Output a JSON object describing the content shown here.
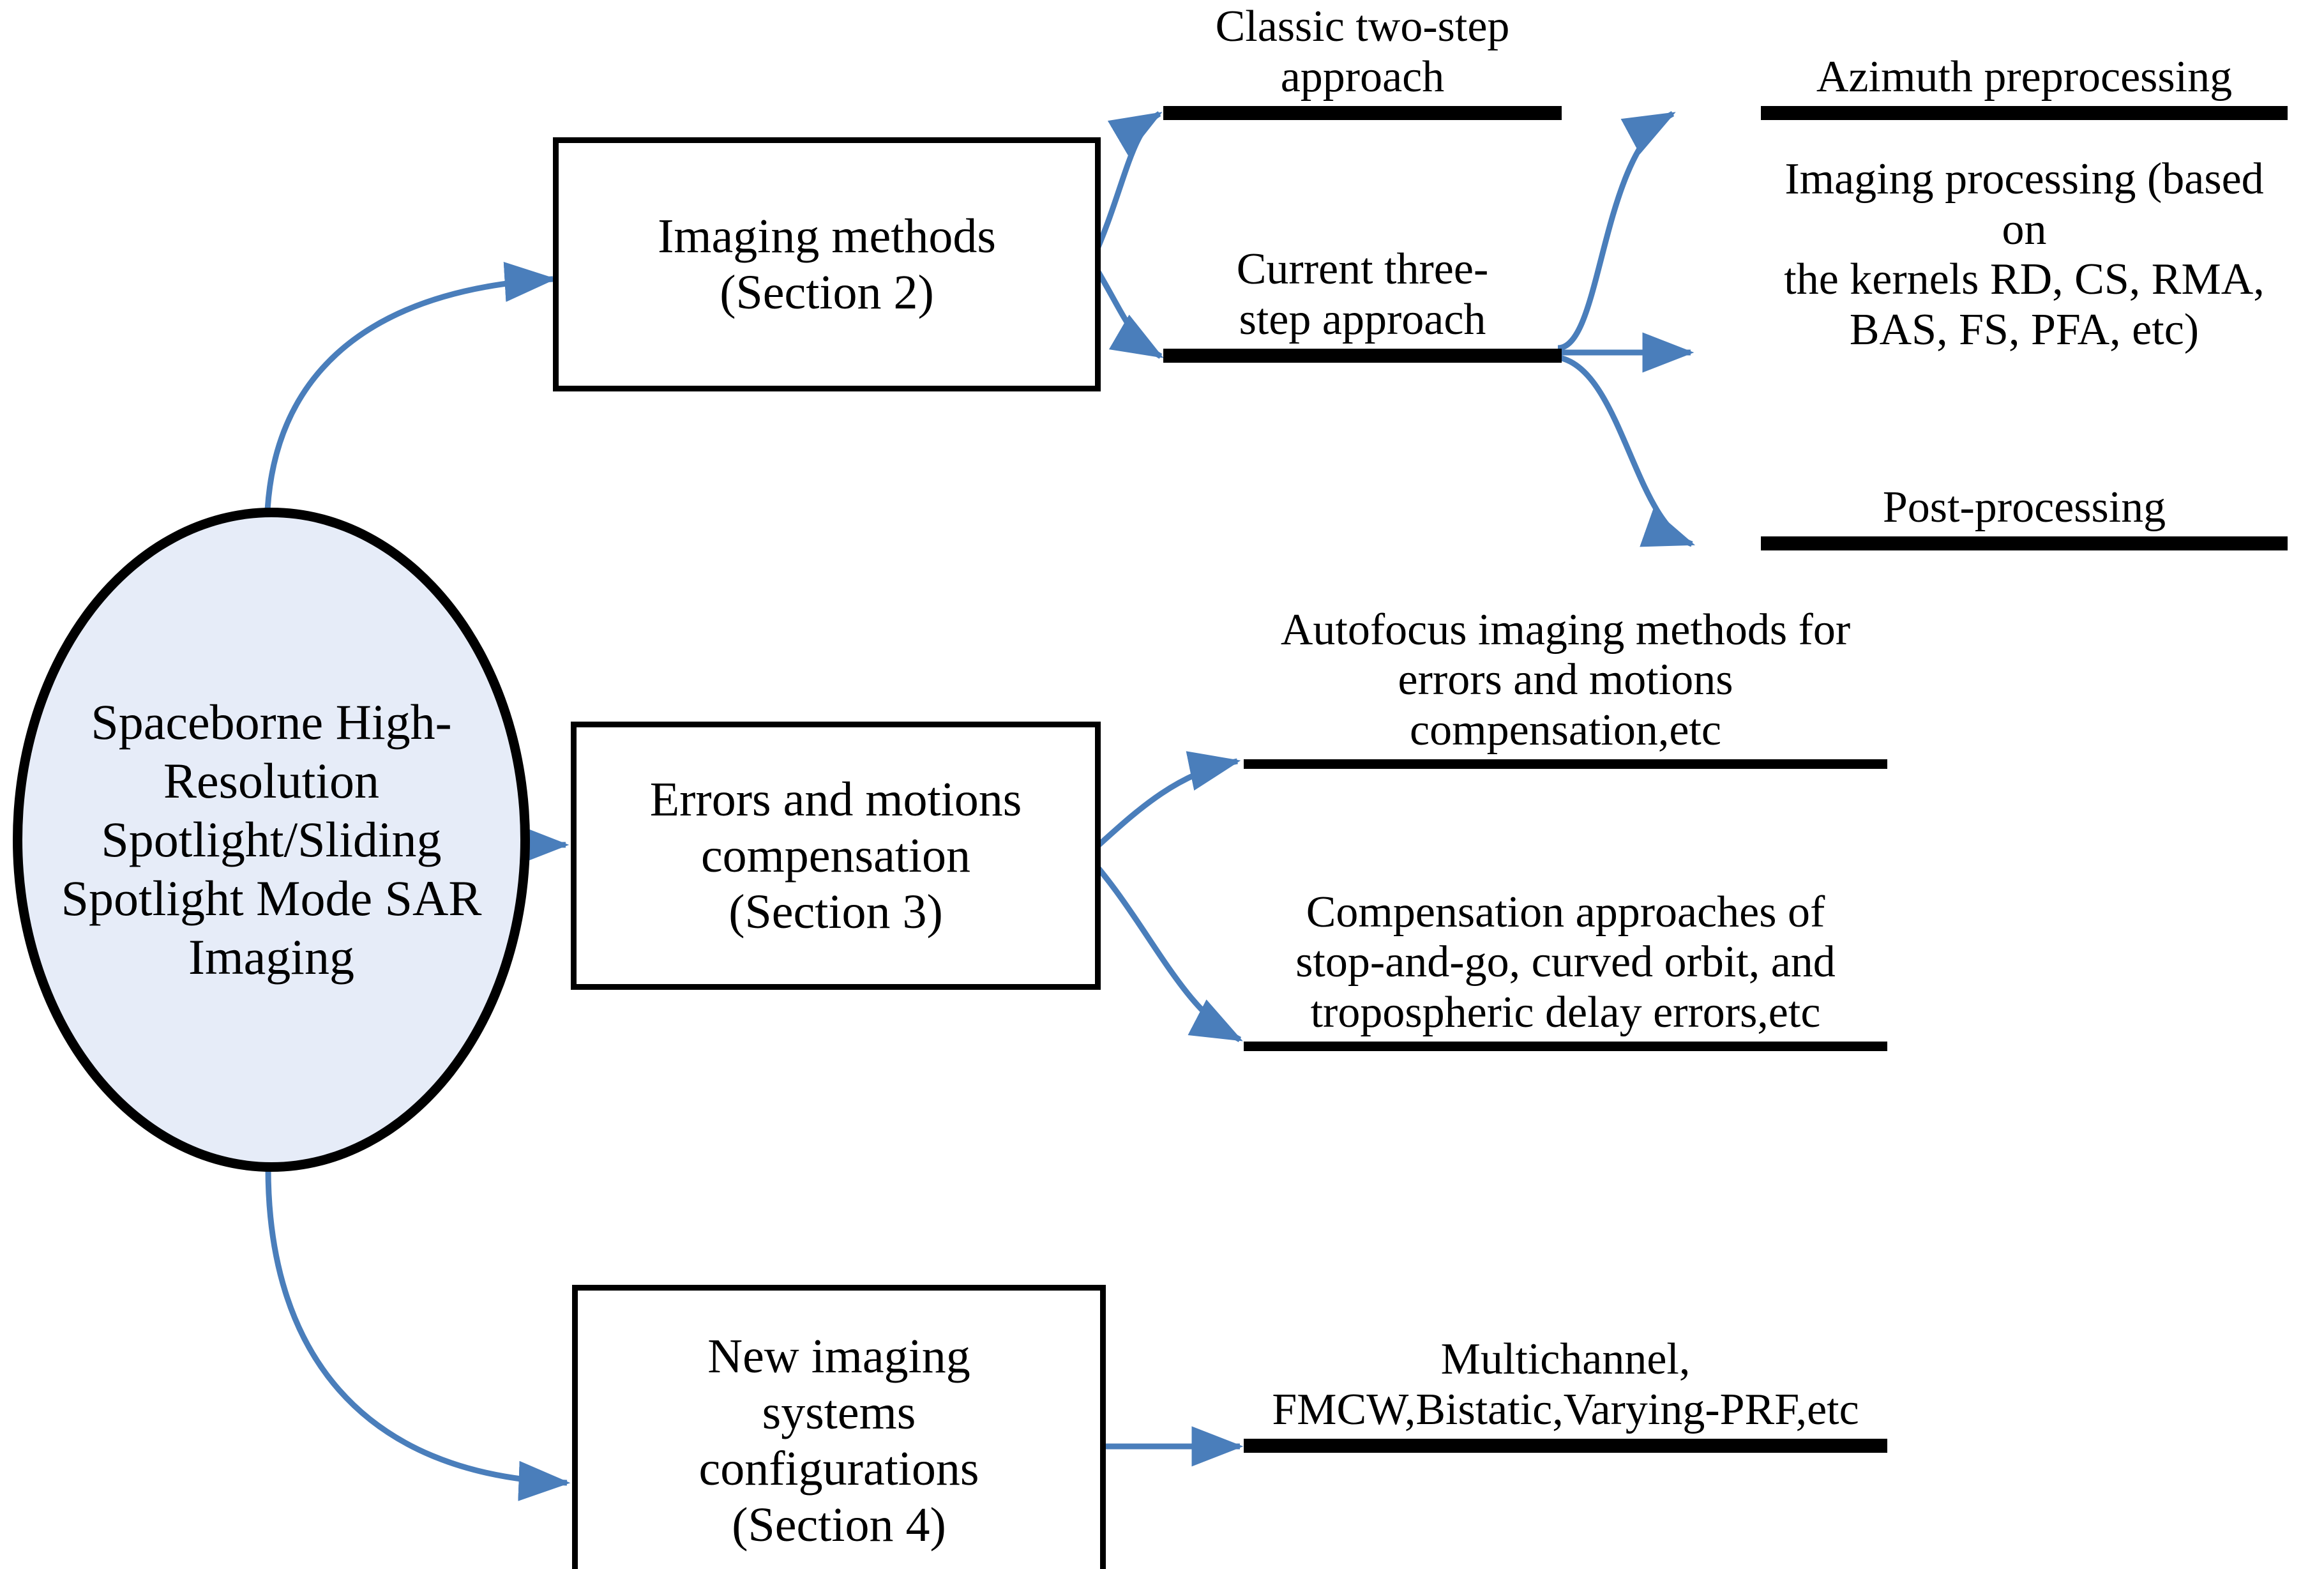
{
  "diagram": {
    "title_node": {
      "text": "Spaceborne High-Resolution Spotlight/Sliding Spotlight Mode SAR Imaging",
      "shape": "ellipse",
      "fill": "#e6ecf8",
      "stroke": "#000000"
    },
    "accent_color": "#4a7ebb",
    "bar_color": "#000000",
    "sections": [
      {
        "id": "imaging-methods",
        "label": "Imaging methods\n(Section 2)",
        "children": [
          {
            "id": "classic-two-step",
            "label": "Classic two-step\napproach",
            "children": []
          },
          {
            "id": "current-three-step",
            "label": "Current three-\nstep approach",
            "children": [
              {
                "id": "azimuth-preprocessing",
                "label": "Azimuth preprocessing"
              },
              {
                "id": "imaging-processing",
                "label": "Imaging processing (based on\nthe kernels RD, CS, RMA,\nBAS, FS, PFA, etc)"
              },
              {
                "id": "post-processing",
                "label": "Post-processing"
              }
            ]
          }
        ]
      },
      {
        "id": "errors-motions-compensation",
        "label": "Errors and motions\ncompensation\n(Section 3)",
        "children": [
          {
            "id": "autofocus-methods",
            "label": "Autofocus imaging methods for\nerrors and motions\ncompensation,etc",
            "children": []
          },
          {
            "id": "compensation-approaches",
            "label": "Compensation approaches of\nstop-and-go, curved orbit, and\ntropospheric delay errors,etc",
            "children": []
          }
        ]
      },
      {
        "id": "new-imaging-systems",
        "label": "New imaging\nsystems\nconfigurations\n(Section 4)",
        "children": [
          {
            "id": "multichannel-systems",
            "label": "Multichannel,\nFMCW,Bistatic,Varying-PRF,etc",
            "children": []
          }
        ]
      }
    ]
  }
}
